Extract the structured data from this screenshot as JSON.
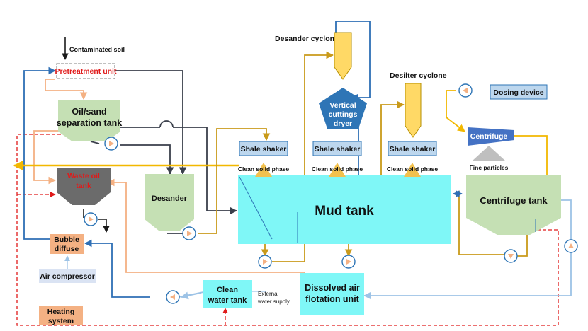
{
  "labels": {
    "contaminated_soil": "Contaminated soil",
    "pretreatment_unit": "Pretreatment unit",
    "oil_sand_tank": [
      "Oil/sand",
      "separation tank"
    ],
    "waste_oil_tank": [
      "Waste oil",
      "tank"
    ],
    "desander": "Desander",
    "bubble_diffuse": [
      "Bubble",
      "diffuse"
    ],
    "air_compressor": "Air compressor",
    "heating_system": [
      "Heating",
      "system"
    ],
    "clean_water_tank": [
      "Clean",
      "water tank"
    ],
    "external_water_supply": [
      "External",
      "water supply"
    ],
    "dissolved_air_flotation": [
      "Dissolved air",
      "flotation unit"
    ],
    "desander_cyclone": "Desander cyclone",
    "vertical_cuttings_dryer": [
      "Vertical",
      "cuttings",
      "dryer"
    ],
    "desilter_cyclone": "Desilter cyclone",
    "shale_shaker": "Shale shaker",
    "clean_solid_phase": "Clean solid phase",
    "mud_tank": "Mud tank",
    "dosing_device": "Dosing device",
    "centrifuge": "Centrifuge",
    "fine_particles": "Fine particles",
    "centrifuge_tank": "Centrifuge tank"
  },
  "colors": {
    "green_tank": "#c5e0b4",
    "mud_tank": "#7ff7f7",
    "blue_box": "#bdd7ee",
    "orange_box": "#f4b183",
    "yellow": "#ffd966",
    "dark_blue": "#2e75b6",
    "dark_line": "#3a3f4b",
    "gold_line": "#c99a1a",
    "orange_line": "#f4b183",
    "blue_line": "#2e6fb5",
    "light_blue_line": "#9dc3e6",
    "red_dash": "#e01a1a"
  },
  "icons": [
    "pump-icon",
    "arrow-icon"
  ]
}
